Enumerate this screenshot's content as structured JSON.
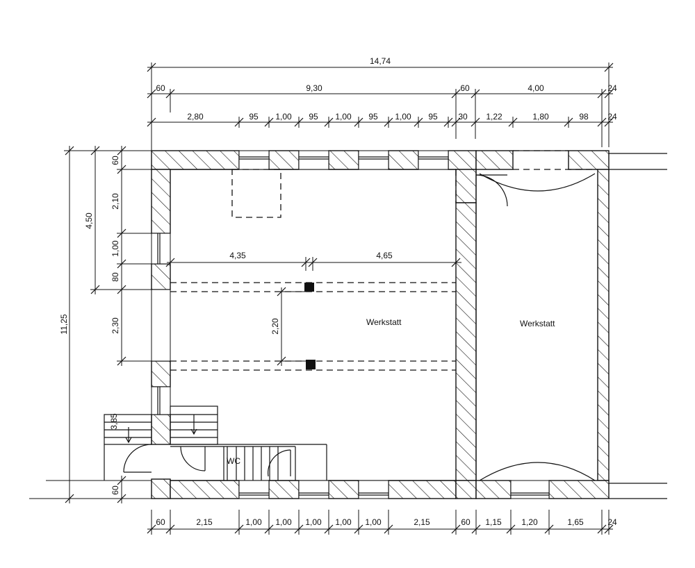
{
  "dims": {
    "top_total": "14,74",
    "top_row2": [
      "60",
      "9,30",
      "60",
      "4,00",
      "24"
    ],
    "top_row3": [
      "2,80",
      "95",
      "1,00",
      "95",
      "1,00",
      "95",
      "1,00",
      "95",
      "30",
      "1,22",
      "1,80",
      "98",
      "24"
    ],
    "bottom_row": [
      "60",
      "2,15",
      "1,00",
      "1,00",
      "1,00",
      "1,00",
      "1,00",
      "2,15",
      "60",
      "1,15",
      "1,20",
      "1,65",
      "24"
    ],
    "left_total": "11,25",
    "left_450": "4,50",
    "left_inner": [
      "60",
      "2,10",
      "1,00",
      "80",
      "2,30"
    ],
    "left_385": "3,85",
    "left_bottom": "60",
    "inner_435": "4,35",
    "inner_465": "4,65",
    "inner_220": "2,20"
  },
  "rooms": {
    "werkstatt_left": "Werkstatt",
    "werkstatt_right": "Werkstatt",
    "wc": "WC"
  }
}
